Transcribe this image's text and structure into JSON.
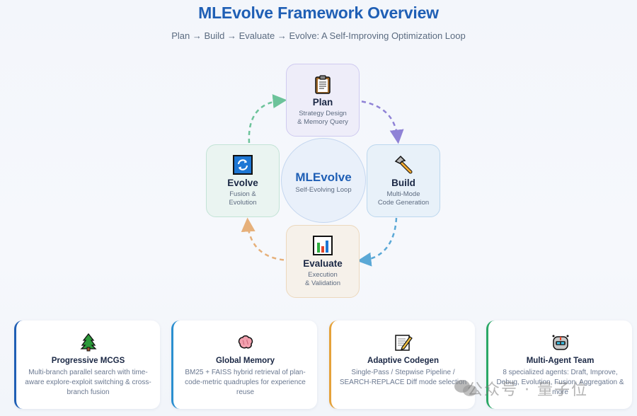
{
  "header": {
    "title": "MLEvolve Framework Overview",
    "subtitle": "Plan → Build → Evaluate → Evolve: A Self-Improving Optimization Loop"
  },
  "center": {
    "name": "MLEvolve",
    "desc": "Self-Evolving Loop"
  },
  "nodes": {
    "plan": {
      "icon": "clipboard-icon",
      "name": "Plan",
      "desc1": "Strategy Design",
      "desc2": "& Memory Query"
    },
    "build": {
      "icon": "hammer-icon",
      "name": "Build",
      "desc1": "Multi-Mode",
      "desc2": "Code Generation"
    },
    "evaluate": {
      "icon": "bar-chart-icon",
      "name": "Evaluate",
      "desc1": "Execution",
      "desc2": "& Validation"
    },
    "evolve": {
      "icon": "refresh-icon",
      "name": "Evolve",
      "desc1": "Fusion &",
      "desc2": "Evolution"
    }
  },
  "arrow_colors": {
    "plan_to_build": "#8f82d6",
    "build_to_evaluate": "#5aa8d6",
    "evaluate_to_evolve": "#e6b07a",
    "evolve_to_plan": "#6cc39a"
  },
  "cards": [
    {
      "icon": "tree-icon",
      "title": "Progressive MCGS",
      "text": "Multi-branch parallel search with time-aware explore-exploit switching & cross-branch fusion",
      "accent": "#1f5fb5"
    },
    {
      "icon": "brain-icon",
      "title": "Global Memory",
      "text": "BM25 + FAISS hybrid retrieval of plan-code-metric quadruples for experience reuse",
      "accent": "#2b8fd0"
    },
    {
      "icon": "memo-icon",
      "title": "Adaptive Codegen",
      "text": "Single-Pass / Stepwise Pipeline / SEARCH-REPLACE Diff mode selection",
      "accent": "#e5a23a"
    },
    {
      "icon": "robot-icon",
      "title": "Multi-Agent Team",
      "text": "8 specialized agents: Draft, Improve, Debug, Evolution, Fusion, Aggregation & more",
      "accent": "#2aa866"
    }
  ],
  "watermark": "公众号 · 量子位"
}
